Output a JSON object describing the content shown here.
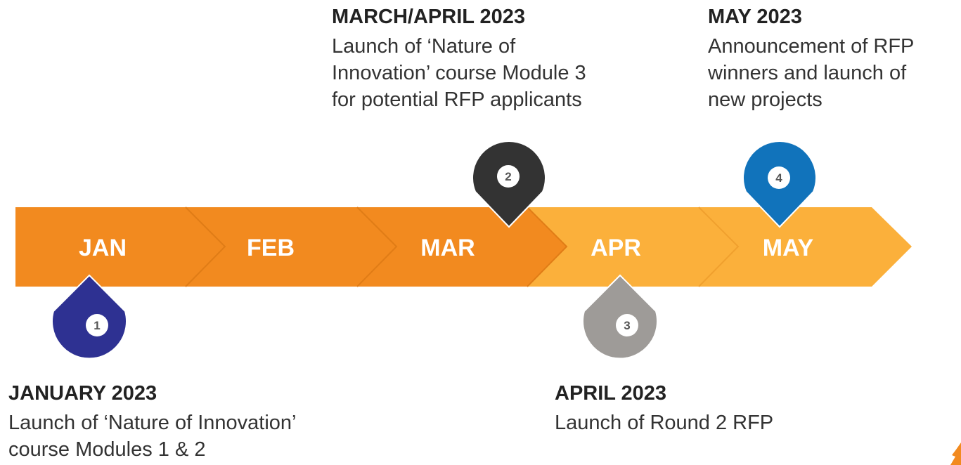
{
  "colors": {
    "dark_orange": "#F28A1F",
    "light_orange": "#FBB03B",
    "pin1": "#2E3192",
    "pin2": "#333333",
    "pin3": "#9E9B98",
    "pin4": "#1173BB"
  },
  "months": [
    "JAN",
    "FEB",
    "MAR",
    "APR",
    "MAY"
  ],
  "pins": [
    {
      "number": "1",
      "color": "pin1"
    },
    {
      "number": "2",
      "color": "pin2"
    },
    {
      "number": "3",
      "color": "pin3"
    },
    {
      "number": "4",
      "color": "pin4"
    }
  ],
  "milestones": [
    {
      "date": "JANUARY 2023",
      "lines": [
        "Launch of ‘Nature of Innovation’",
        "course Modules 1 & 2"
      ]
    },
    {
      "date": "MARCH/APRIL 2023",
      "lines": [
        "Launch of ‘Nature of",
        "Innovation’ course Module 3",
        "for potential RFP applicants"
      ]
    },
    {
      "date": "APRIL 2023",
      "lines": [
        "Launch of Round 2 RFP"
      ]
    },
    {
      "date": "MAY 2023",
      "lines": [
        "Announcement of RFP",
        "winners and launch of",
        "new projects"
      ]
    }
  ]
}
